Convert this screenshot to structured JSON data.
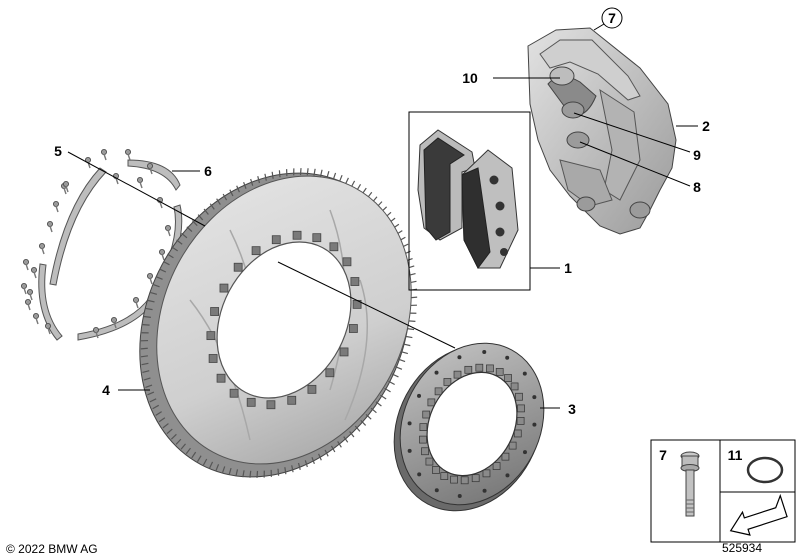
{
  "callouts": {
    "c1": "1",
    "c2": "2",
    "c3": "3",
    "c4": "4",
    "c5": "5",
    "c6": "6",
    "c7": "7",
    "c8": "8",
    "c9": "9",
    "c10": "10"
  },
  "inset": {
    "bolt_number": "7",
    "ring_number": "11"
  },
  "footer": {
    "copyright": "© 2022 BMW AG",
    "diagram_id": "525934"
  },
  "colors": {
    "line": "#000000",
    "metal_light": "#d6d6d6",
    "metal_dark": "#4a4a4a",
    "pad_dark": "#3a3a3a"
  },
  "icons": [
    "brake-disc-illustration",
    "caliper-illustration",
    "brake-pads-illustration",
    "disc-hub-ring-illustration",
    "bolt-strip-illustration",
    "bolt-icon",
    "o-ring-icon",
    "arrow-icon"
  ]
}
